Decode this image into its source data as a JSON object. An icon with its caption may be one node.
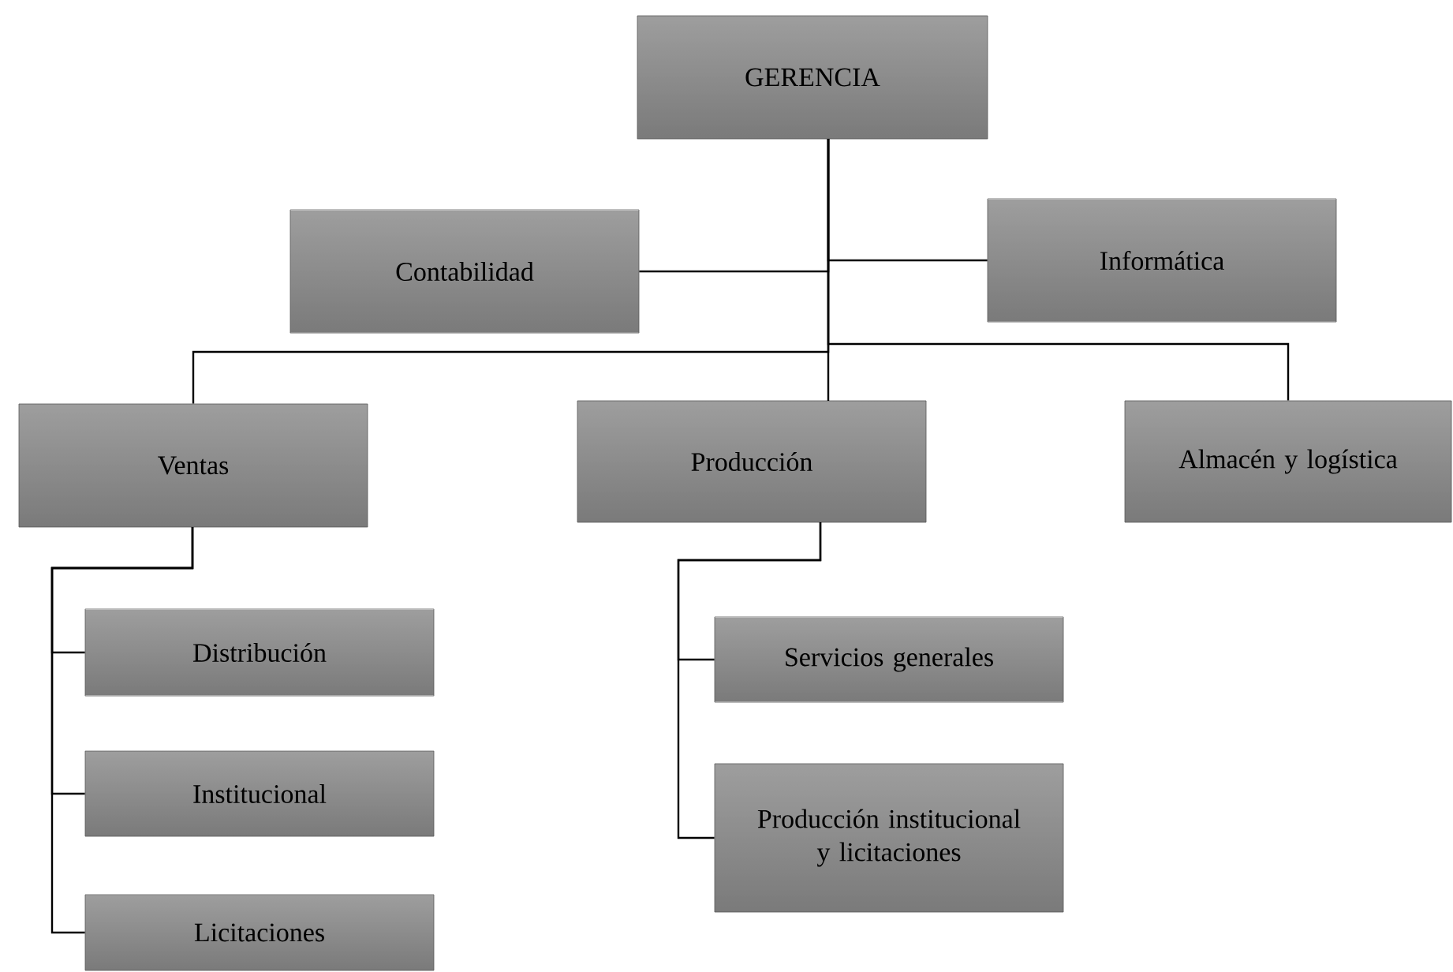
{
  "diagram": {
    "nodes": [
      {
        "text": [
          "GERENCIA"
        ]
      },
      {
        "text": [
          "Contabilidad"
        ]
      },
      {
        "text": [
          "Informática"
        ]
      },
      {
        "text": [
          "Ventas"
        ]
      },
      {
        "text": [
          "Producción"
        ]
      },
      {
        "text": [
          "Almacén y logística"
        ]
      },
      {
        "text": [
          "Distribución"
        ]
      },
      {
        "text": [
          "Institucional"
        ]
      },
      {
        "text": [
          "Licitaciones"
        ]
      },
      {
        "text": [
          "Servicios generales"
        ]
      },
      {
        "text": [
          "Producción institucional y licitaciones"
        ]
      }
    ],
    "edges": [
      {
        "from": 0,
        "to": 1,
        "arrow": "none"
      },
      {
        "from": 0,
        "to": 2,
        "arrow": "none"
      },
      {
        "from": 0,
        "to": 3,
        "arrow": "none"
      },
      {
        "from": 0,
        "to": 4,
        "arrow": "none"
      },
      {
        "from": 0,
        "to": 5,
        "arrow": "none"
      },
      {
        "from": 3,
        "to": 6,
        "arrow": "none"
      },
      {
        "from": 3,
        "to": 7,
        "arrow": "none"
      },
      {
        "from": 3,
        "to": 8,
        "arrow": "none"
      },
      {
        "from": 4,
        "to": 9,
        "arrow": "none"
      },
      {
        "from": 4,
        "to": 10,
        "arrow": "none"
      }
    ]
  }
}
